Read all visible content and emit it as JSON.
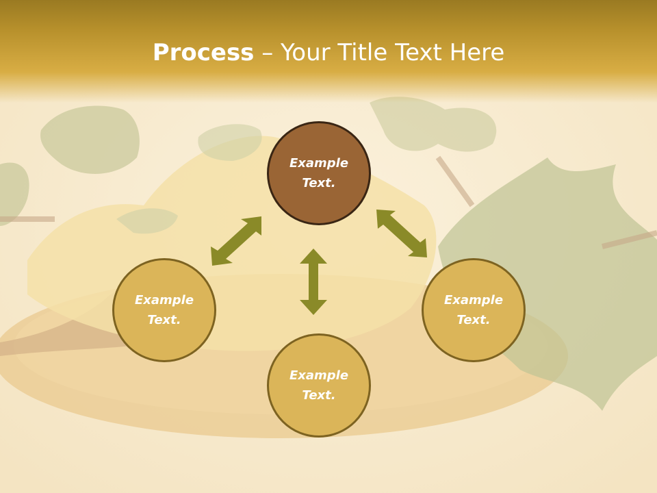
{
  "slide": {
    "title_bold": "Process",
    "title_rest": " – Your Title Text Here"
  },
  "nodes": {
    "top": {
      "line1": "Example",
      "line2": "Text."
    },
    "left": {
      "line1": "Example",
      "line2": "Text."
    },
    "right": {
      "line1": "Example",
      "line2": "Text."
    },
    "bottom": {
      "line1": "Example",
      "line2": "Text."
    }
  },
  "colors": {
    "title_band": "#b8912c",
    "node_gold": "#dbb559",
    "node_brown": "#9a6535",
    "arrow": "#8a8a28"
  },
  "background": {
    "description_icon": "shea-butter-photo"
  }
}
